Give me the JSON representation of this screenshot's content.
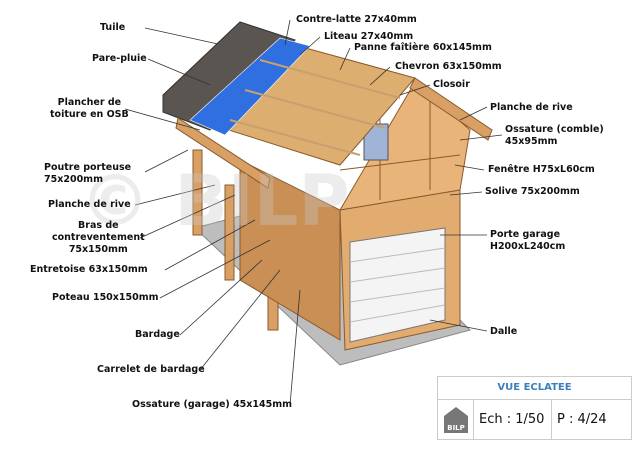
{
  "labels": {
    "tuile": "Tuile",
    "pare_pluie": "Pare-pluie",
    "plancher_toiture_1": "Plancher de",
    "plancher_toiture_2": "toiture en OSB",
    "poutre_1": "Poutre porteuse",
    "poutre_2": "75x200mm",
    "planche_rive_left": "Planche de rive",
    "bras_1": "Bras de",
    "bras_2": "contreventement",
    "bras_3": "75x150mm",
    "entretoise": "Entretoise 63x150mm",
    "poteau": "Poteau 150x150mm",
    "bardage": "Bardage",
    "carrelet": "Carrelet de bardage",
    "ossature_garage": "Ossature (garage) 45x145mm",
    "contre_latte": "Contre-latte 27x40mm",
    "liteau": "Liteau 27x40mm",
    "panne": "Panne faîtière 60x145mm",
    "chevron": "Chevron 63x150mm",
    "closoir": "Closoir",
    "planche_rive_right": "Planche de rive",
    "ossature_comble_1": "Ossature (comble)",
    "ossature_comble_2": "45x95mm",
    "fenetre": "Fenêtre H75xL60cm",
    "solive": "Solive 75x200mm",
    "porte_1": "Porte garage",
    "porte_2": "H200xL240cm",
    "dalle": "Dalle"
  },
  "cartouche": {
    "title": "VUE ECLATEE",
    "logo": "BILP",
    "scale": "Ech :  1/50",
    "page": "P :   4/24"
  },
  "watermark": "© BILP",
  "colors": {
    "wood": "#d9a066",
    "tile": "#5a5550",
    "membrane": "#2f6fe0",
    "slab": "#b8b8b8",
    "title": "#3a7fc0"
  }
}
